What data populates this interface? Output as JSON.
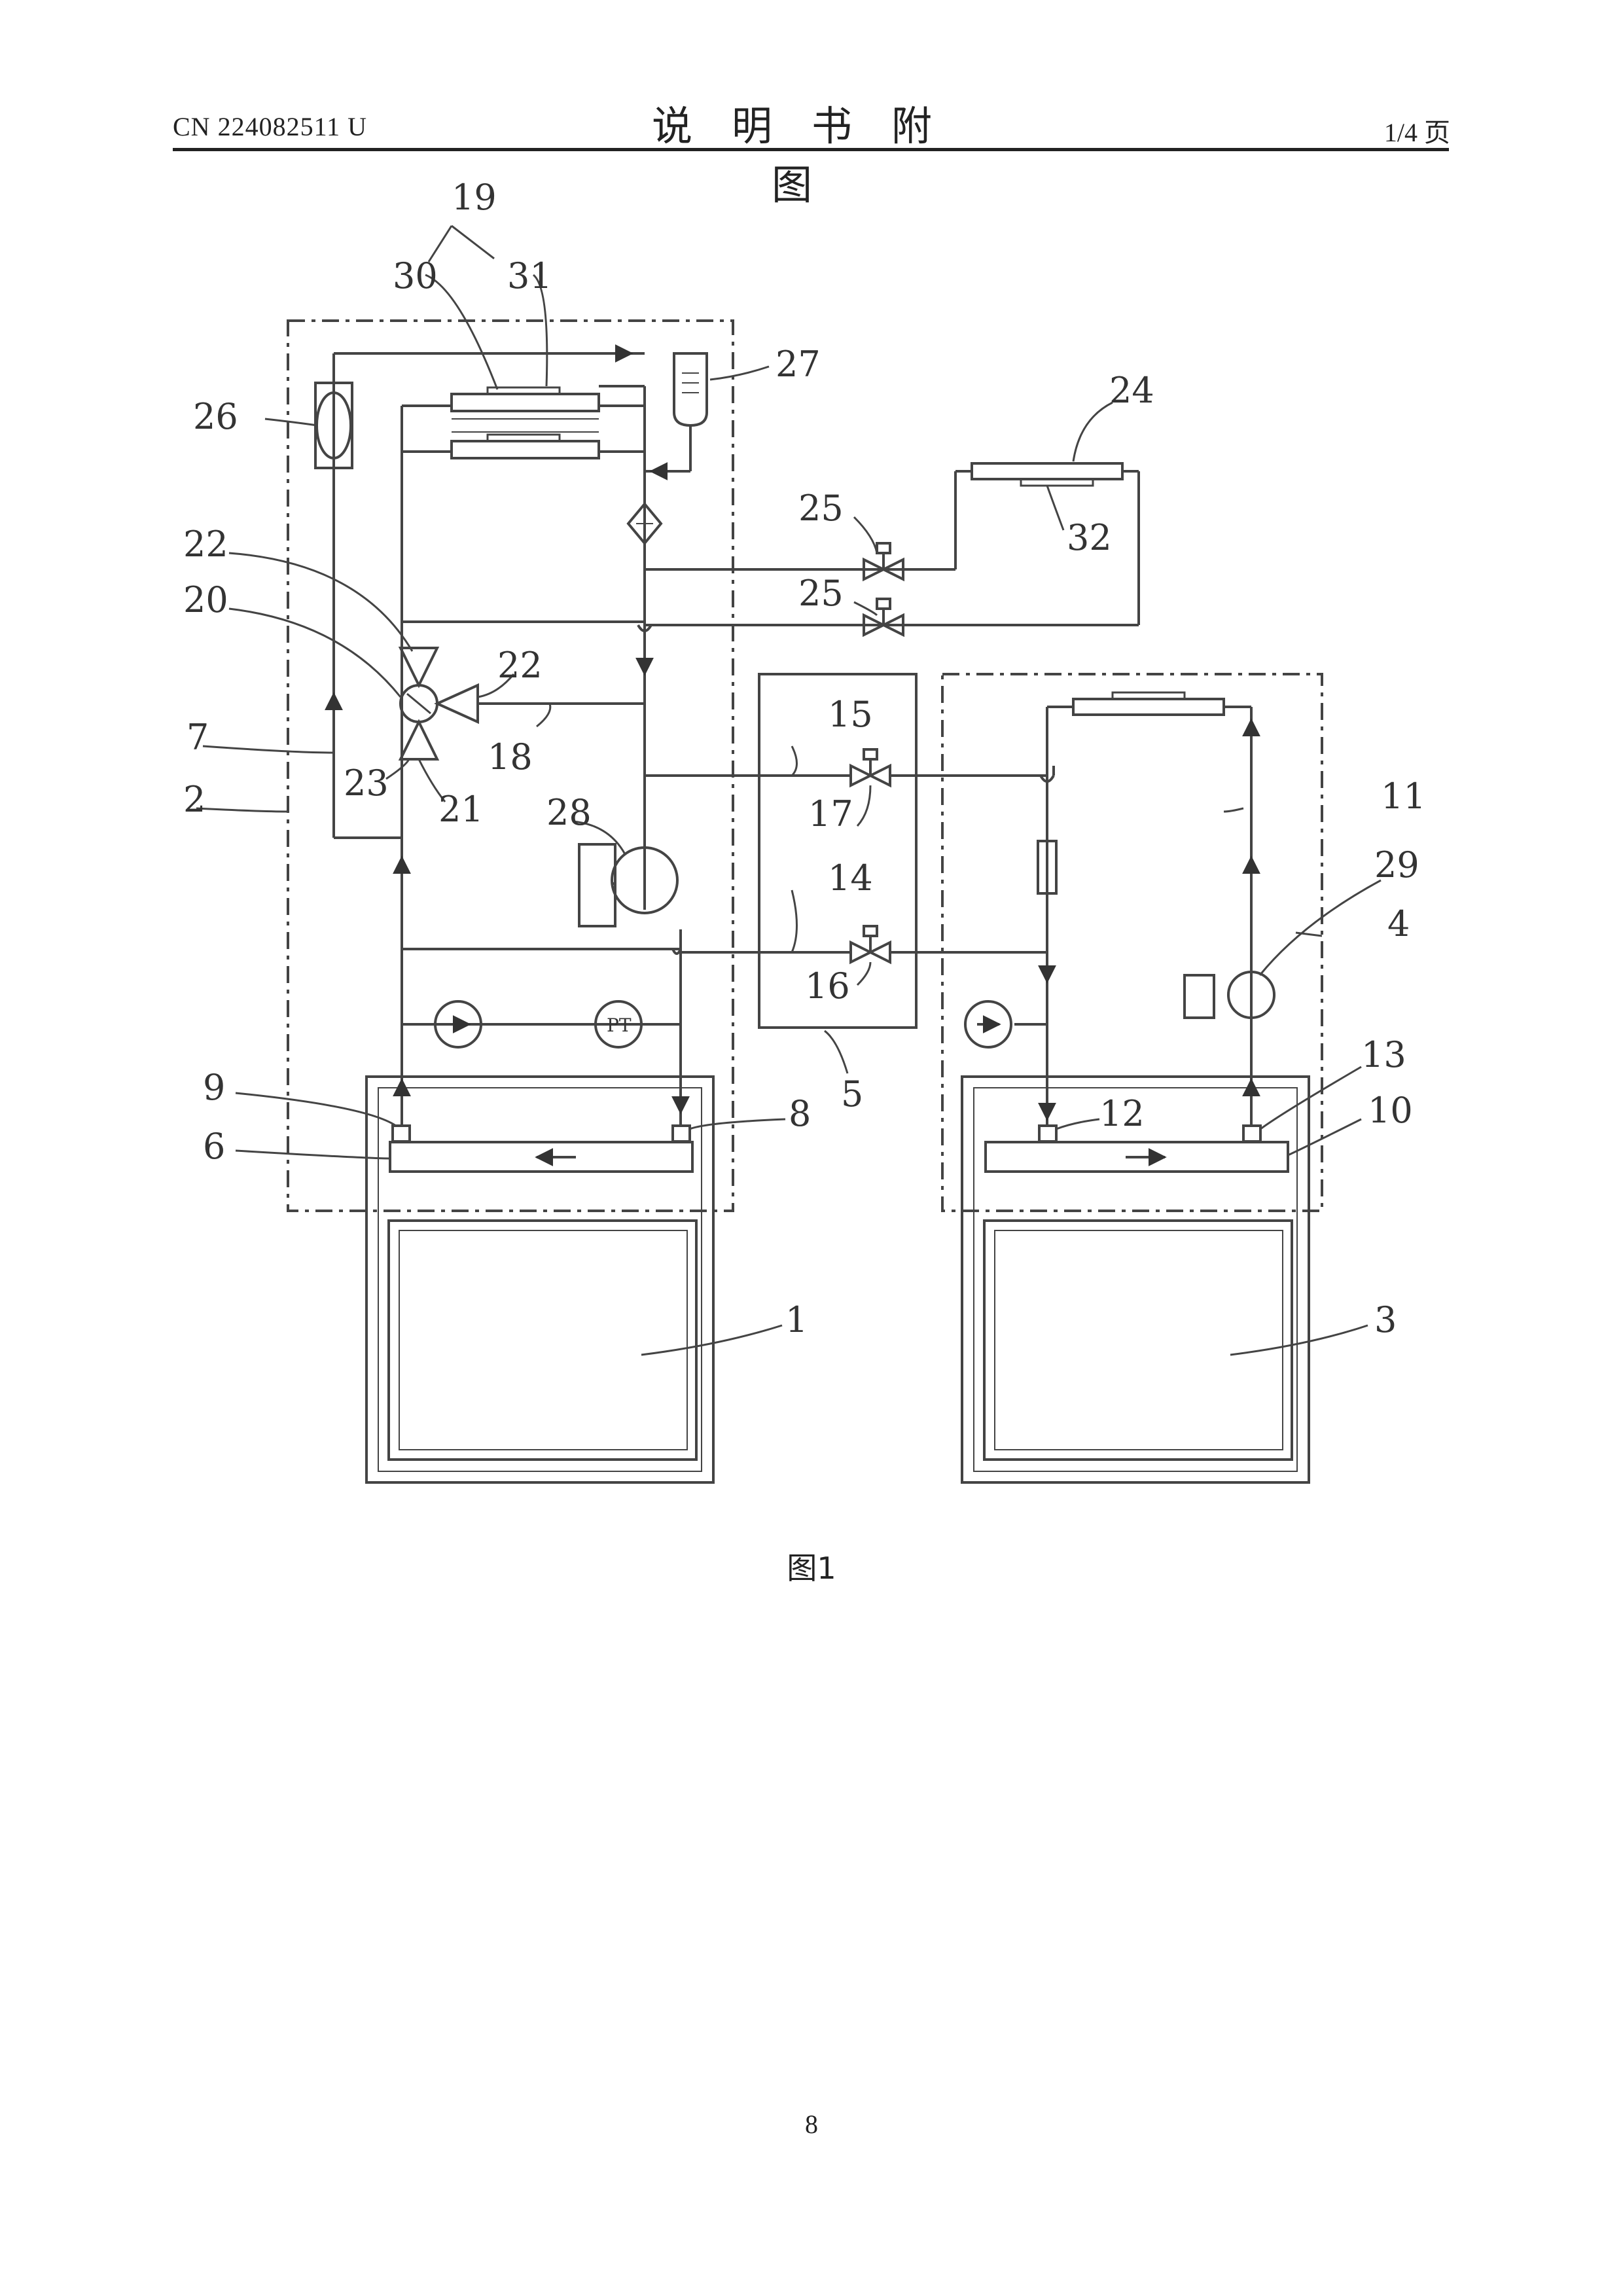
{
  "header": {
    "publication_number": "CN 224082511 U",
    "section_title": "说明书附图",
    "sheet": "1/4 页"
  },
  "figure": {
    "caption": "图1",
    "reference_numerals": [
      "1",
      "2",
      "3",
      "4",
      "5",
      "6",
      "7",
      "8",
      "9",
      "10",
      "11",
      "12",
      "13",
      "14",
      "15",
      "16",
      "17",
      "18",
      "19",
      "20",
      "21",
      "22",
      "22",
      "23",
      "24",
      "25",
      "25",
      "26",
      "27",
      "28",
      "29",
      "30",
      "31",
      "32"
    ],
    "gauge_labels": {
      "temperature_sensor": "PT"
    }
  },
  "footer": {
    "page_number": "8"
  }
}
